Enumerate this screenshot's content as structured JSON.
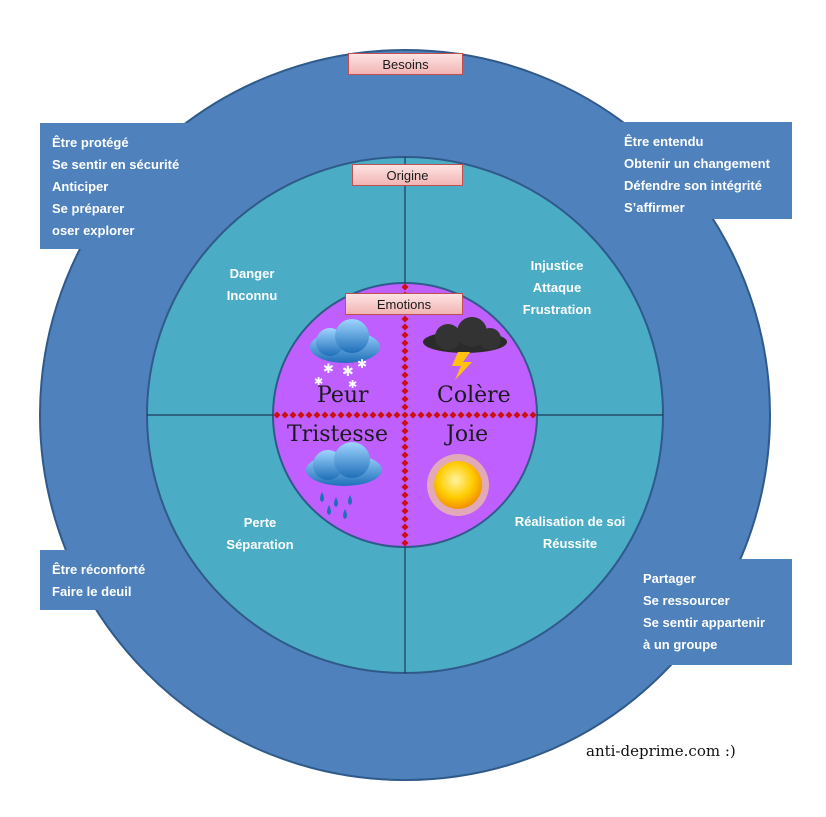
{
  "colors": {
    "outer_ring": "#4f81bd",
    "middle_ring": "#4bacc6",
    "inner_circle": "#bf5fff",
    "ring_stroke": "#2f5a8a",
    "dots": "#cc1010"
  },
  "labels": {
    "needs": "Besoins",
    "origin": "Origine",
    "emotions": "Emotions"
  },
  "emotions": {
    "fear": "Peur",
    "anger": "Colère",
    "sadness": "Tristesse",
    "joy": "Joie"
  },
  "icons": {
    "fear": "snow-cloud-icon",
    "anger": "storm-cloud-icon",
    "sadness": "rain-cloud-icon",
    "joy": "sun-icon"
  },
  "origins": {
    "fear": [
      "Danger",
      "Inconnu"
    ],
    "anger": [
      "Injustice",
      "Attaque",
      "Frustration"
    ],
    "sadness": [
      "Perte",
      "Séparation"
    ],
    "joy": [
      "Réalisation de soi",
      "Réussite"
    ]
  },
  "needs": {
    "fear": [
      "Être protégé",
      "Se sentir en sécurité",
      "Anticiper",
      "Se préparer",
      "oser explorer"
    ],
    "anger": [
      "Être entendu",
      "Obtenir un changement",
      "Défendre son intégrité",
      "S’affirmer"
    ],
    "sadness": [
      "Être réconforté",
      "Faire le deuil"
    ],
    "joy": [
      "Partager",
      "Se ressourcer",
      "Se sentir appartenir",
      "à un groupe"
    ]
  },
  "credit": "anti-deprime.com :)"
}
